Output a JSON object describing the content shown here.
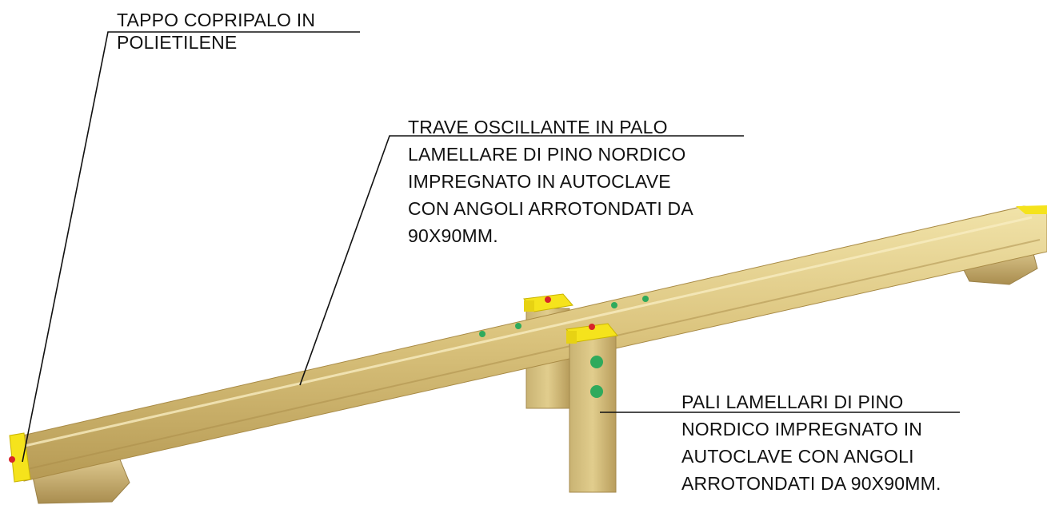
{
  "labels": {
    "cap": {
      "lines": [
        "TAPPO COPRIPALO IN",
        "POLIETILENE"
      ]
    },
    "beam": {
      "lines": [
        "TRAVE OSCILLANTE IN PALO",
        "LAMELLARE DI PINO NORDICO",
        "IMPREGNATO IN AUTOCLAVE",
        "CON ANGOLI ARROTONDATI DA",
        "90X90MM."
      ]
    },
    "posts": {
      "lines": [
        "PALI LAMELLARI DI PINO",
        "NORDICO IMPREGNATO IN",
        "AUTOCLAVE CON ANGOLI",
        "ARROTONDATI DA 90X90MM."
      ]
    }
  },
  "colors": {
    "wood_light": "#e8d79a",
    "wood_mid": "#cbb26a",
    "wood_dark": "#a88a45",
    "cap_yellow": "#f5e31c",
    "bolt_red": "#d8232a",
    "bolt_green": "#2faa5c",
    "leader_line": "#111111"
  }
}
